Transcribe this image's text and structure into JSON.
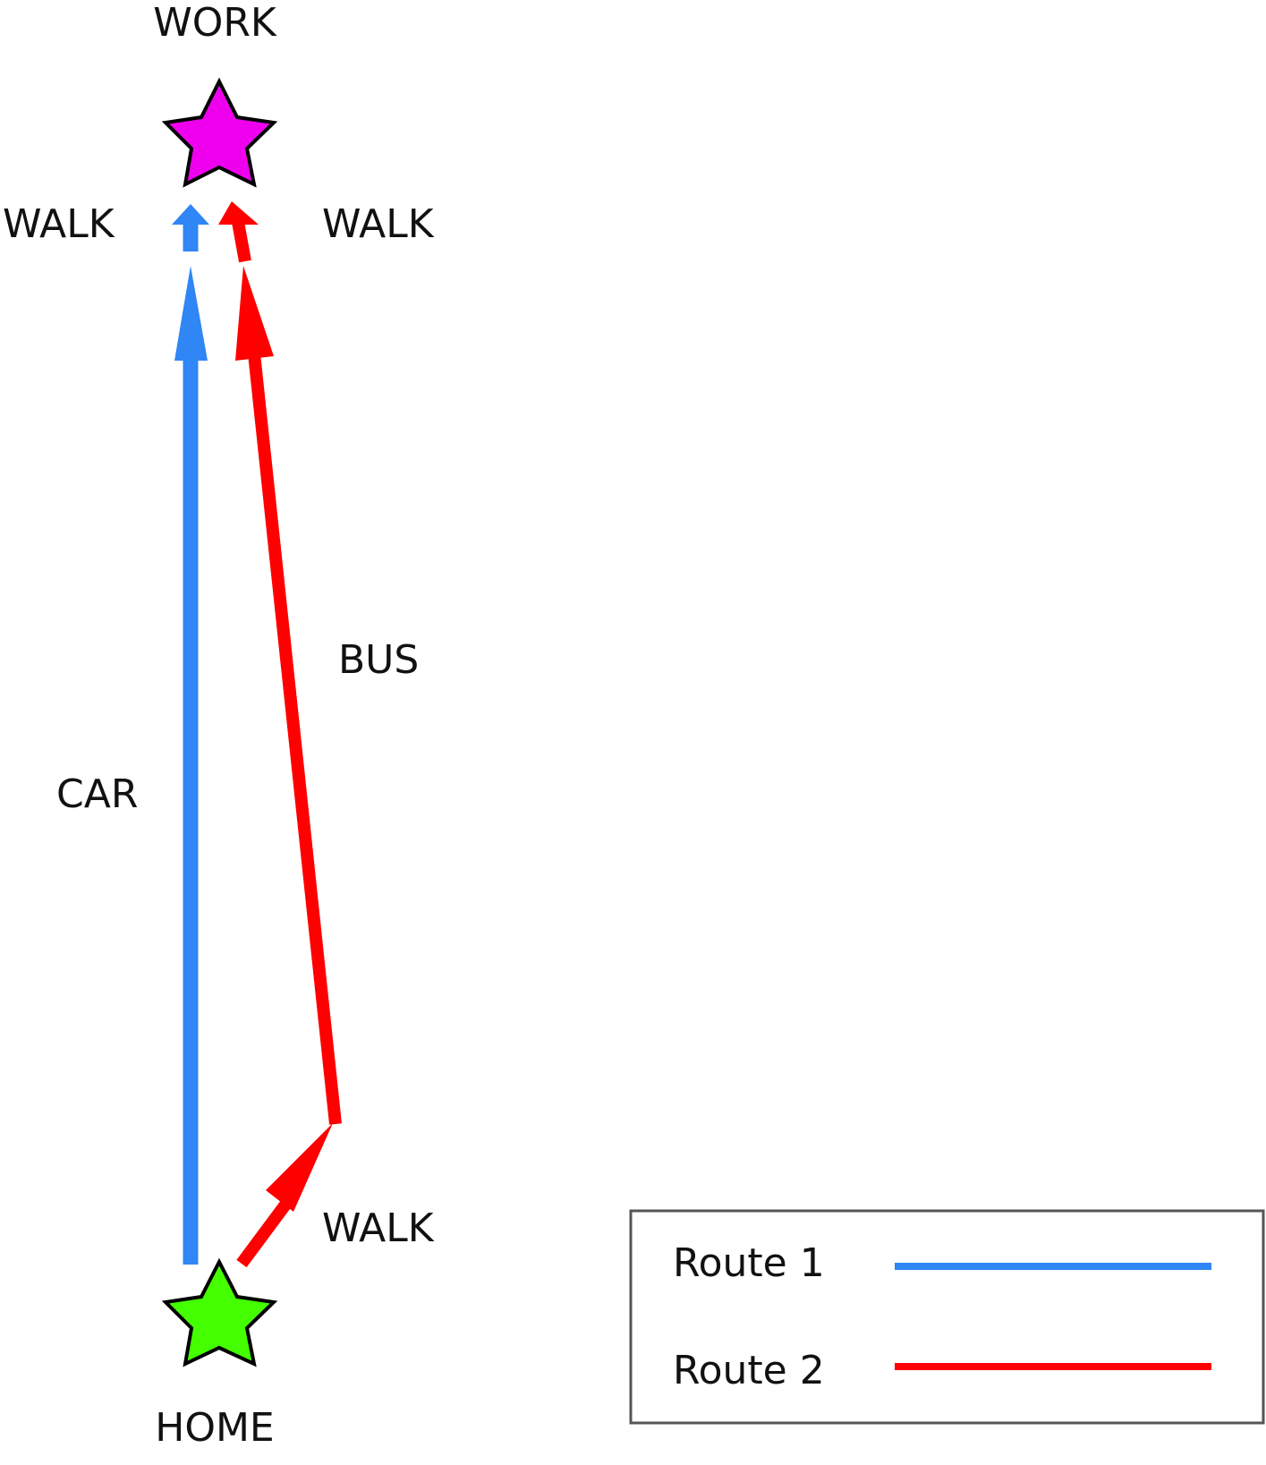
{
  "nodes": {
    "work": {
      "label": "WORK",
      "color": "#ee00ee",
      "icon": "star-icon"
    },
    "home": {
      "label": "HOME",
      "color": "#44ff00",
      "icon": "star-icon"
    }
  },
  "segments": {
    "route1_walk": {
      "label": "WALK"
    },
    "route1_car": {
      "label": "CAR"
    },
    "route2_walk_start": {
      "label": "WALK"
    },
    "route2_bus": {
      "label": "BUS"
    },
    "route2_walk_end": {
      "label": "WALK"
    }
  },
  "routes": {
    "route1": {
      "color": "#2f86f4"
    },
    "route2": {
      "color": "#ff0000"
    }
  },
  "legend": {
    "items": [
      {
        "label": "Route 1",
        "color": "#2f86f4"
      },
      {
        "label": "Route 2",
        "color": "#ff0000"
      }
    ]
  }
}
